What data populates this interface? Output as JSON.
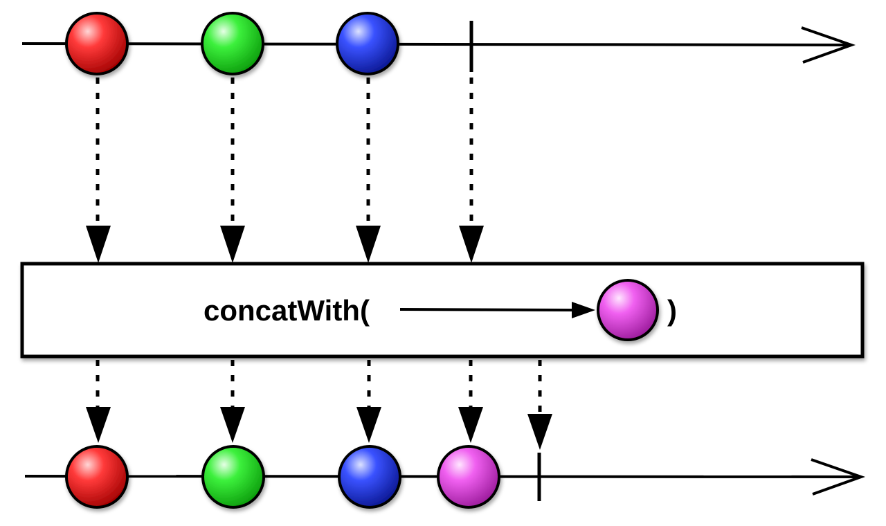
{
  "operator": {
    "name": "concatWith(",
    "closing": ")"
  },
  "colors": {
    "red": "#e8141b",
    "green": "#1fd81f",
    "blue": "#1a2fe0",
    "magenta": "#e040e0",
    "line": "#000000",
    "background": "#ffffff"
  },
  "source_stream": {
    "marbles": [
      "red",
      "green",
      "blue"
    ],
    "completes": true
  },
  "argument_stream": {
    "marbles": [
      "magenta"
    ]
  },
  "result_stream": {
    "marbles": [
      "red",
      "green",
      "blue",
      "magenta"
    ],
    "completes": true
  }
}
